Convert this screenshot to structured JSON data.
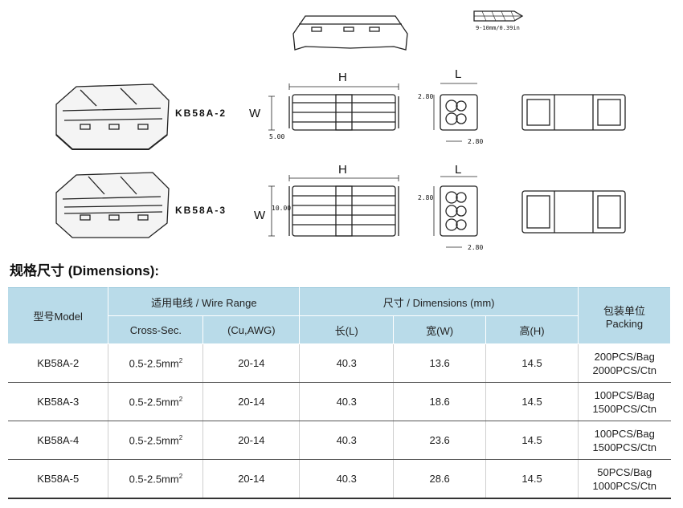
{
  "drawing": {
    "wire_note": "9-10mm/0.39in",
    "models": [
      {
        "label": "KB58A-2",
        "H": "H",
        "W": "W",
        "L": "L",
        "dim_w": "5.00",
        "dim_l": "2.80",
        "dim_d": "2.80"
      },
      {
        "label": "KB58A-3",
        "H": "H",
        "W": "W",
        "L": "L",
        "dim_w": "10.00",
        "dim_l": "2.80",
        "dim_d": "2.80"
      }
    ]
  },
  "section_title": "规格尺寸 (Dimensions):",
  "table": {
    "header": {
      "model": "型号Model",
      "wire_range": "适用电线 / Wire Range",
      "dimensions": "尺寸 / Dimensions (mm)",
      "packing_cn": "包装单位",
      "packing_en": "Packing",
      "cross_sec": "Cross-Sec.",
      "awg": "(Cu,AWG)",
      "length": "长(L)",
      "width": "宽(W)",
      "height": "高(H)"
    },
    "rows": [
      {
        "model": "KB58A-2",
        "cross": "0.5-2.5mm",
        "awg": "20-14",
        "l": "40.3",
        "w": "13.6",
        "h": "14.5",
        "pack1": "200PCS/Bag",
        "pack2": "2000PCS/Ctn"
      },
      {
        "model": "KB58A-3",
        "cross": "0.5-2.5mm",
        "awg": "20-14",
        "l": "40.3",
        "w": "18.6",
        "h": "14.5",
        "pack1": "100PCS/Bag",
        "pack2": "1500PCS/Ctn"
      },
      {
        "model": "KB58A-4",
        "cross": "0.5-2.5mm",
        "awg": "20-14",
        "l": "40.3",
        "w": "23.6",
        "h": "14.5",
        "pack1": "100PCS/Bag",
        "pack2": "1500PCS/Ctn"
      },
      {
        "model": "KB58A-5",
        "cross": "0.5-2.5mm",
        "awg": "20-14",
        "l": "40.3",
        "w": "28.6",
        "h": "14.5",
        "pack1": "50PCS/Bag",
        "pack2": "1000PCS/Ctn"
      }
    ],
    "unit_sup": "2"
  }
}
